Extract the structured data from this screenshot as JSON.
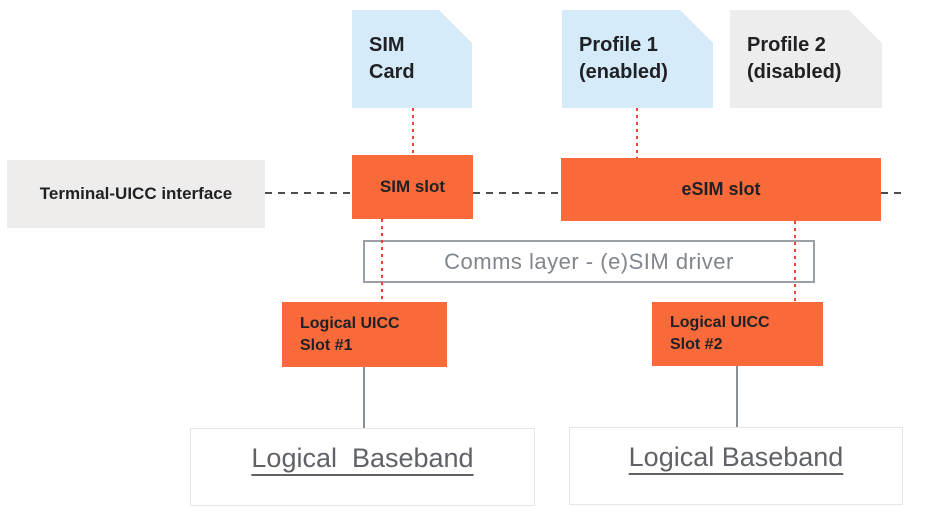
{
  "colors": {
    "orange": "#F96A3B",
    "light_blue": "#D5EBFA",
    "card_gray": "#EDEDED",
    "box_gray": "#EEEDEB",
    "text_dark": "#202124",
    "text_gray": "#80868B",
    "baseband_text": "#5F6368",
    "red_dotted": "#EA4335",
    "dash_line": "#4D4D4D",
    "connector_gray": "#8A8F94",
    "comms_border": "#9AA0A6",
    "baseband_border": "#E6E6E6"
  },
  "cards": {
    "sim_card": {
      "label": "SIM\nCard"
    },
    "profile_1": {
      "label": "Profile 1\n(enabled)"
    },
    "profile_2": {
      "label": "Profile 2\n(disabled)"
    }
  },
  "interface_row": {
    "terminal": {
      "label": "Terminal-UICC interface"
    },
    "sim_slot": {
      "label": "SIM slot"
    },
    "esim_slot": {
      "label": "eSIM slot"
    }
  },
  "comms": {
    "label": "Comms layer - (e)SIM driver"
  },
  "uicc_slots": {
    "slot_1": {
      "label": "Logical UICC\nSlot #1"
    },
    "slot_2": {
      "label": "Logical UICC\nSlot #2"
    }
  },
  "basebands": {
    "baseband_1": {
      "label": "Logical  Baseband"
    },
    "baseband_2": {
      "label": "Logical Baseband"
    }
  }
}
